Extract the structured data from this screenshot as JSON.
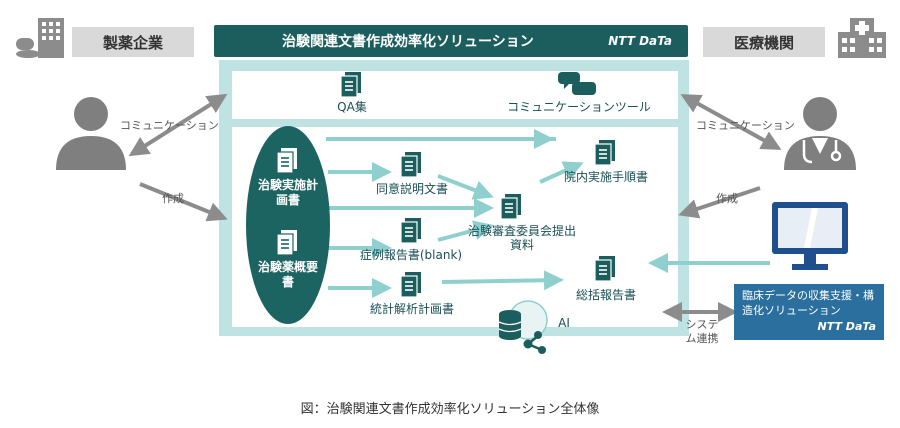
{
  "header": {
    "left_title": "製薬企業",
    "center_title": "治験関連文書作成効率化ソリューション",
    "right_title": "医療機関",
    "brand": "NTT DaTa"
  },
  "top_tools": {
    "qa": "QA集",
    "communication_tool": "コミュニケーションツール"
  },
  "left_side": {
    "communication": "コミュニケーション",
    "create": "作成"
  },
  "right_side": {
    "communication": "コミュニケーション",
    "create": "作成",
    "system_link": "システム連携"
  },
  "source_docs": {
    "protocol": "治験実施計画書",
    "brochure": "治験薬概要書"
  },
  "generated_docs": {
    "consent": "同意説明文書",
    "case_report": "症例報告書(blank)",
    "stats_plan": "統計解析計画書",
    "irb_submission": "治験審査委員会提出資料",
    "hospital_procedure": "院内実施手順書",
    "summary_report": "総括報告書",
    "ai": "AI"
  },
  "external_solution": {
    "title": "臨床データの収集支援・構造化ソリューション",
    "brand": "NTT DaTa"
  },
  "caption": "図：治験関連文書作成効率化ソリューション全体像",
  "colors": {
    "header_bg": "#1c5e5e",
    "panel_bg": "#bfe3e3",
    "arrow": "#8fd0cf",
    "doc_icon": "#1c5e5e",
    "person": "#7f7f7f",
    "solution_bg": "#2a6f9e"
  }
}
